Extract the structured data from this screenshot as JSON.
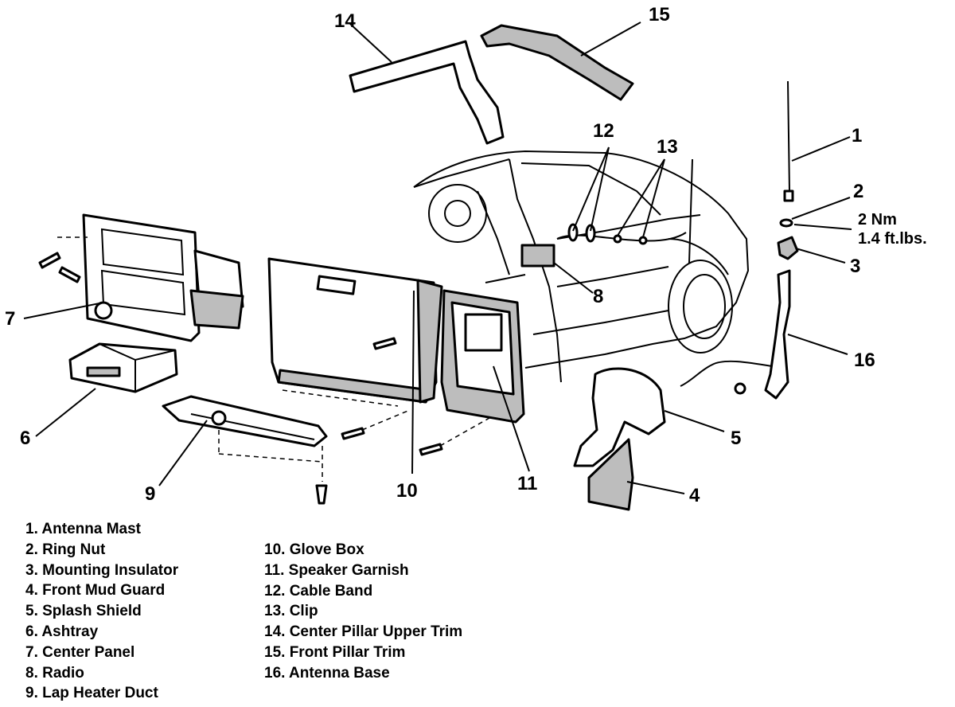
{
  "callouts": {
    "c1": "1",
    "c2": "2",
    "c3": "3",
    "c4": "4",
    "c5": "5",
    "c6": "6",
    "c7": "7",
    "c8": "8",
    "c9": "9",
    "c10": "10",
    "c11": "11",
    "c12": "12",
    "c13": "13",
    "c14": "14",
    "c15": "15",
    "c16": "16"
  },
  "torque": {
    "metric": "2 Nm",
    "imperial": "1.4 ft.lbs."
  },
  "legend": {
    "left": [
      "1. Antenna Mast",
      "2. Ring Nut",
      "3. Mounting Insulator",
      "4. Front Mud Guard",
      "5. Splash Shield",
      "6. Ashtray",
      "7. Center Panel",
      "8. Radio",
      "9. Lap Heater Duct"
    ],
    "right": [
      "10. Glove Box",
      "11. Speaker Garnish",
      "12. Cable Band",
      "13. Clip",
      "14. Center Pillar Upper Trim",
      "15. Front Pillar Trim",
      "16. Antenna Base"
    ]
  }
}
